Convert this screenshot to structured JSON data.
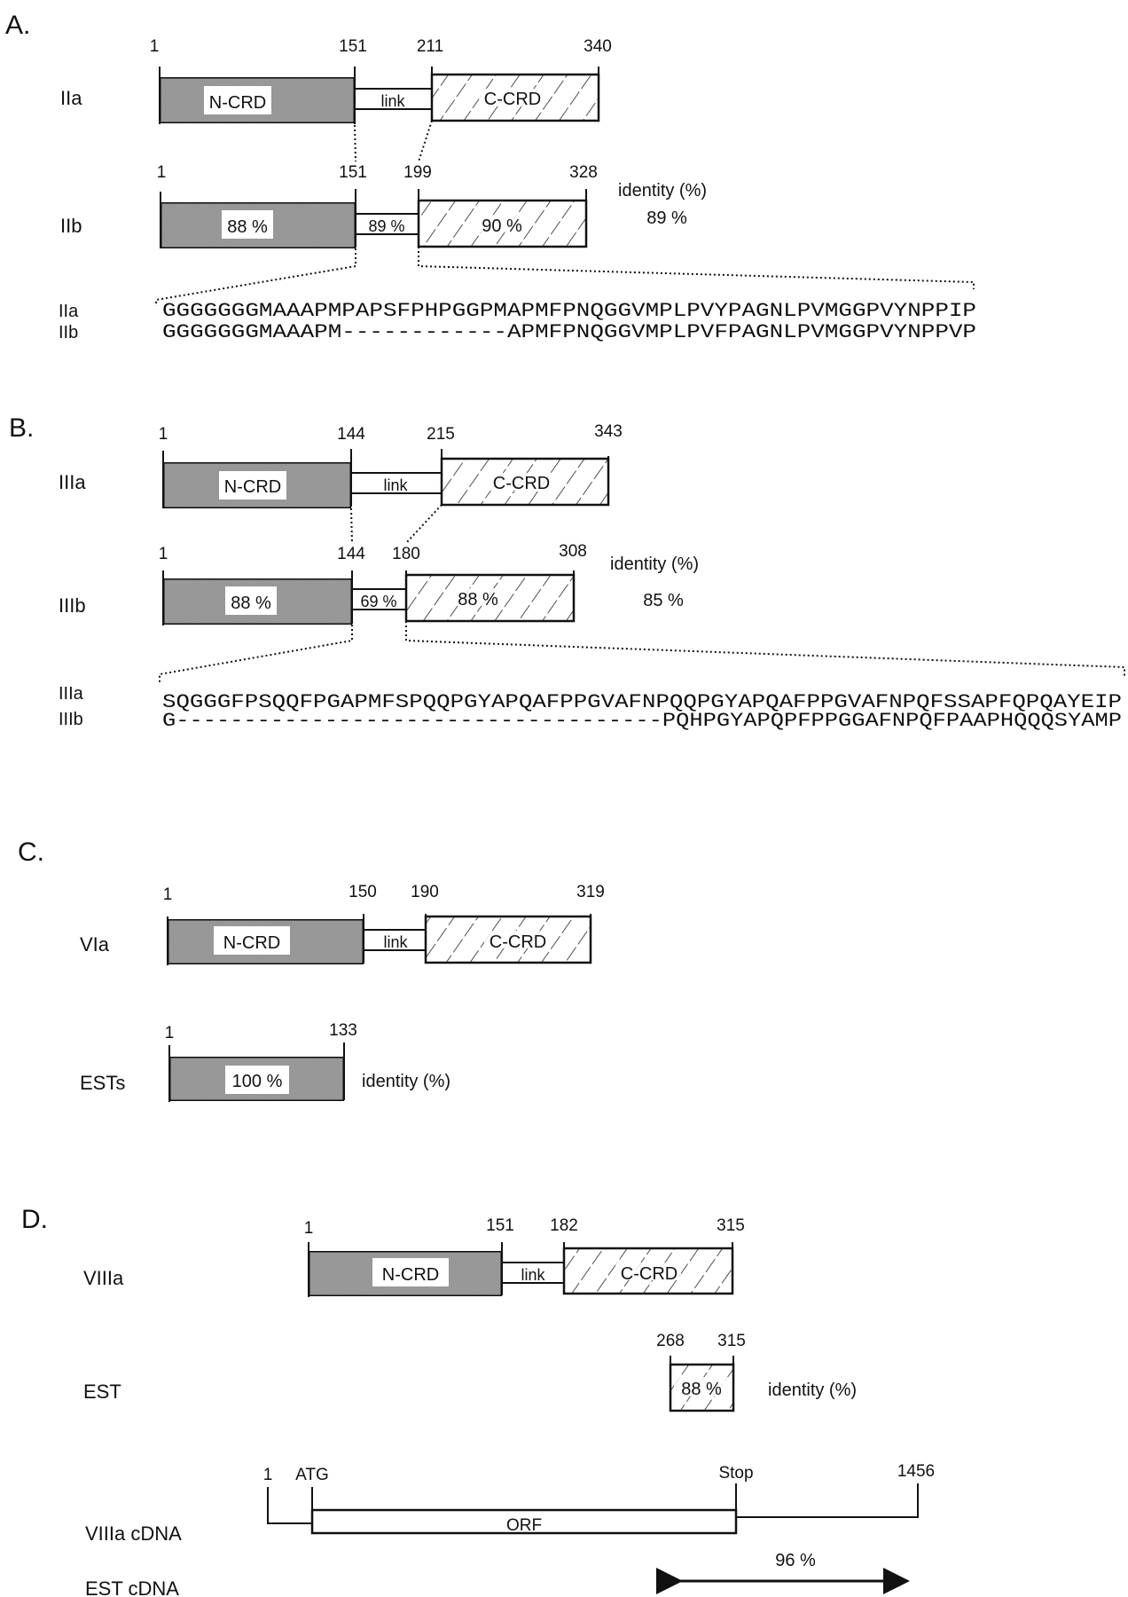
{
  "panels": [
    {
      "id": "A",
      "label": "A.",
      "rows": [
        {
          "name": "IIa",
          "ticks": [
            "1",
            "151",
            "211",
            "340"
          ],
          "ncrd": "N-CRD",
          "link": "link",
          "ccrd": "C-CRD"
        },
        {
          "name": "IIb",
          "ticks": [
            "1",
            "151",
            "199",
            "328"
          ],
          "ncrd": "88 %",
          "link": "89 %",
          "ccrd": "90 %"
        }
      ],
      "identity_label": "identity (%)",
      "identity_value": "89 %",
      "alignment": [
        {
          "name": "IIa",
          "seq": "GGGGGGGMAAAPMPAPSFPHPGGPMAPMFPNQGGVMPLPVYPAGNLPVMGGPVYNPPIP"
        },
        {
          "name": "IIb",
          "seq": "GGGGGGGMAAAPM------------APMFPNQGGVMPLPVFPAGNLPVMGGPVYNPPVP"
        }
      ]
    },
    {
      "id": "B",
      "label": "B.",
      "rows": [
        {
          "name": "IIIa",
          "ticks": [
            "1",
            "144",
            "215",
            "343"
          ],
          "ncrd": "N-CRD",
          "link": "link",
          "ccrd": "C-CRD"
        },
        {
          "name": "IIIb",
          "ticks": [
            "1",
            "144",
            "180",
            "308"
          ],
          "ncrd": "88 %",
          "link": "69 %",
          "ccrd": "88 %"
        }
      ],
      "identity_label": "identity (%)",
      "identity_value": "85 %",
      "alignment": [
        {
          "name": "IIIa",
          "seq": "SQGGGFPSQQFPGAPMFSPQQPGYAPQAFPPGVAFNPQQPGYAPQAFPPGVAFNPQFSSAPFQPQAYEIP"
        },
        {
          "name": "IIIb",
          "seq": "G------------------------------------PQHPGYAPQPFPPGGAFNPQFPAAPHQQQSYAMP"
        }
      ]
    },
    {
      "id": "C",
      "label": "C.",
      "rows": [
        {
          "name": "VIa",
          "ticks": [
            "1",
            "150",
            "190",
            "319"
          ],
          "ncrd": "N-CRD",
          "link": "link",
          "ccrd": "C-CRD"
        },
        {
          "name": "ESTs",
          "ticks": [
            "1",
            "133"
          ],
          "ncrd": "100 %"
        }
      ],
      "identity_label": "identity (%)"
    },
    {
      "id": "D",
      "label": "D.",
      "rows": [
        {
          "name": "VIIIa",
          "ticks": [
            "1",
            "151",
            "182",
            "315"
          ],
          "ncrd": "N-CRD",
          "link": "link",
          "ccrd": "C-CRD"
        },
        {
          "name": "EST",
          "ticks": [
            "268",
            "315"
          ],
          "ccrd": "88 %"
        }
      ],
      "identity_label": "identity (%)",
      "cdna": {
        "row1_label": "VIIIa cDNA",
        "row2_label": "EST cDNA",
        "tick_start": "1",
        "tick_atg": "ATG",
        "tick_stop": "Stop",
        "tick_end": "1456",
        "orf_label": "ORF",
        "arrow_label": "96 %"
      }
    }
  ]
}
